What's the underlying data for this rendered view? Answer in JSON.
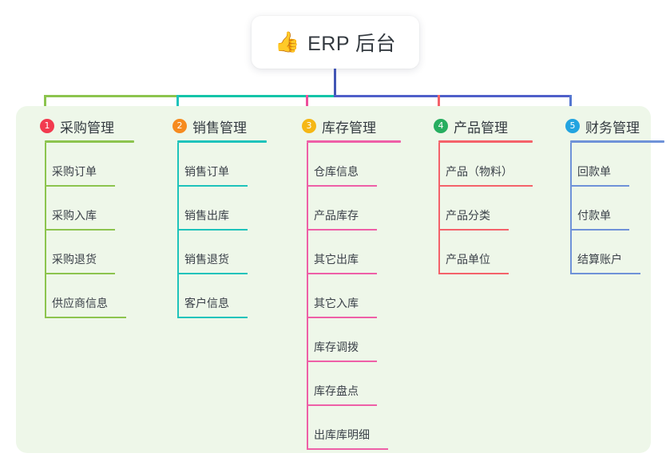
{
  "root": {
    "icon": "thumbs-up-icon",
    "icon_glyph": "👍",
    "title": "ERP 后台"
  },
  "theme": {
    "panel_bg": "#eef7e9",
    "page_bg": "#ffffff",
    "card_bg": "#ffffff",
    "text": "#333a40",
    "stem_color": "#4256b5",
    "bar_left_color": "#8cc44e",
    "bar_mid_color": "#11c4a8",
    "bar_right_color": "#4f5fc9"
  },
  "columns": [
    {
      "index": "1",
      "title": "采购管理",
      "badge_color": "#f23b4f",
      "line_color": "#8cc44e",
      "drop_color": "#8cc44e",
      "head_rule_width": 112,
      "items": [
        {
          "label": "采购订单",
          "rule_width": 88
        },
        {
          "label": "采购入库",
          "rule_width": 88
        },
        {
          "label": "采购退货",
          "rule_width": 88
        },
        {
          "label": "供应商信息",
          "rule_width": 102
        }
      ]
    },
    {
      "index": "2",
      "title": "销售管理",
      "badge_color": "#f68b1f",
      "line_color": "#1ec3bb",
      "drop_color": "#1ec3bb",
      "head_rule_width": 112,
      "items": [
        {
          "label": "销售订单",
          "rule_width": 88
        },
        {
          "label": "销售出库",
          "rule_width": 88
        },
        {
          "label": "销售退货",
          "rule_width": 88
        },
        {
          "label": "客户信息",
          "rule_width": 88
        }
      ]
    },
    {
      "index": "3",
      "title": "库存管理",
      "badge_color": "#f5b715",
      "line_color": "#ee5fa7",
      "drop_color": "#ee4e9b",
      "head_rule_width": 118,
      "items": [
        {
          "label": "仓库信息",
          "rule_width": 88
        },
        {
          "label": "产品库存",
          "rule_width": 88
        },
        {
          "label": "其它出库",
          "rule_width": 88
        },
        {
          "label": "其它入库",
          "rule_width": 88
        },
        {
          "label": "库存调拨",
          "rule_width": 88
        },
        {
          "label": "库存盘点",
          "rule_width": 88
        },
        {
          "label": "出库库明细",
          "rule_width": 102
        }
      ]
    },
    {
      "index": "4",
      "title": "产品管理",
      "badge_color": "#27ae60",
      "line_color": "#f4626a",
      "drop_color": "#f4626a",
      "head_rule_width": 118,
      "items": [
        {
          "label": "产品（物料）",
          "rule_width": 118
        },
        {
          "label": "产品分类",
          "rule_width": 88
        },
        {
          "label": "产品单位",
          "rule_width": 88
        }
      ]
    },
    {
      "index": "5",
      "title": "财务管理",
      "badge_color": "#23a4e0",
      "line_color": "#6f92d8",
      "drop_color": "#5577d0",
      "head_rule_width": 118,
      "items": [
        {
          "label": "回款单",
          "rule_width": 74
        },
        {
          "label": "付款单",
          "rule_width": 74
        },
        {
          "label": "结算账户",
          "rule_width": 88
        }
      ]
    }
  ]
}
